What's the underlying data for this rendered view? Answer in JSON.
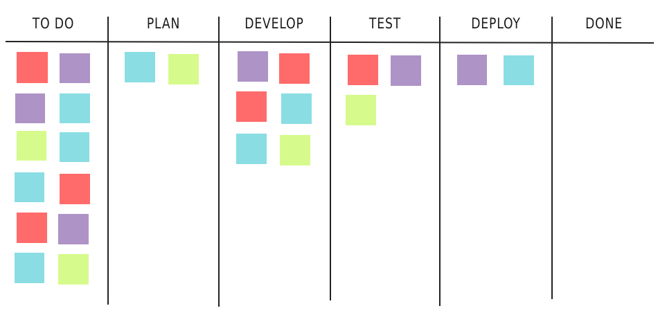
{
  "colors": {
    "red": "#FF6B6B",
    "purple": "#AE93C6",
    "cyan": "#8ADDE3",
    "lime": "#D6FA8C",
    "line": "#222222"
  },
  "columns": [
    {
      "title": "TO DO",
      "notes": [
        "red",
        "purple",
        "purple",
        "cyan",
        "lime",
        "cyan",
        "cyan",
        "red",
        "red",
        "purple",
        "cyan",
        "lime"
      ]
    },
    {
      "title": "PLAN",
      "notes": [
        "cyan",
        "lime"
      ]
    },
    {
      "title": "DEVELOP",
      "notes": [
        "purple",
        "red",
        "red",
        "cyan",
        "cyan",
        "lime"
      ]
    },
    {
      "title": "TEST",
      "notes": [
        "red",
        "purple",
        "lime"
      ]
    },
    {
      "title": "DEPLOY",
      "notes": [
        "purple",
        "cyan"
      ]
    },
    {
      "title": "DONE",
      "notes": []
    }
  ]
}
